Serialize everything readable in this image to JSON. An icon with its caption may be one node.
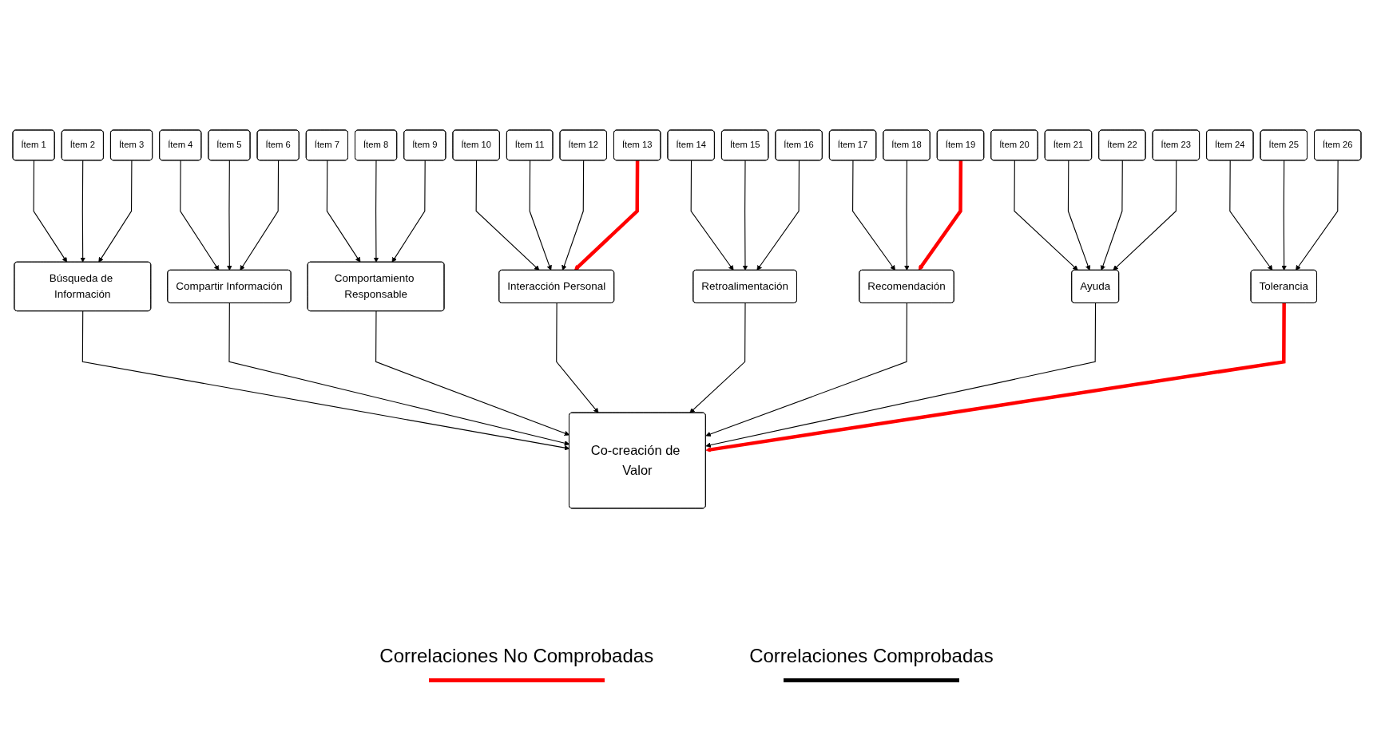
{
  "diagram": {
    "nodes": [
      {
        "text": [
          "Ítem 1"
        ]
      },
      {
        "text": [
          "Ítem 2"
        ]
      },
      {
        "text": [
          "Ítem 3"
        ]
      },
      {
        "text": [
          "Ítem 4"
        ]
      },
      {
        "text": [
          "Ítem 5"
        ]
      },
      {
        "text": [
          "Ítem 6"
        ]
      },
      {
        "text": [
          "Ítem 7"
        ]
      },
      {
        "text": [
          "Ítem 8"
        ]
      },
      {
        "text": [
          "Ítem 9"
        ]
      },
      {
        "text": [
          "Ítem 10"
        ]
      },
      {
        "text": [
          "Ítem 11"
        ]
      },
      {
        "text": [
          "Ítem 12"
        ]
      },
      {
        "text": [
          "Ítem 13"
        ]
      },
      {
        "text": [
          "Búsqueda de Información"
        ]
      },
      {
        "text": [
          "Compartir Información"
        ]
      },
      {
        "text": [
          "Comportamiento Responsable"
        ]
      },
      {
        "text": [
          "Interacción Personal"
        ]
      },
      {
        "text": [
          "Co-creación de Valor"
        ]
      },
      {
        "text": [
          "Retroalimentación"
        ]
      },
      {
        "text": [
          "Recomendación"
        ]
      },
      {
        "text": [
          "Ayuda"
        ]
      },
      {
        "text": [
          "Tolerancia"
        ]
      },
      {
        "text": [
          "Ítem 14"
        ]
      },
      {
        "text": [
          "Ítem 15"
        ]
      },
      {
        "text": [
          "Ítem 16"
        ]
      },
      {
        "text": [
          "Ítem 17"
        ]
      },
      {
        "text": [
          "Ítem 18"
        ]
      },
      {
        "text": [
          "Ítem 19"
        ]
      },
      {
        "text": [
          "Ítem 20"
        ]
      },
      {
        "text": [
          "Ítem 21"
        ]
      },
      {
        "text": [
          "Ítem 22"
        ]
      },
      {
        "text": [
          "Ítem 23"
        ]
      },
      {
        "text": [
          "Ítem 24"
        ]
      },
      {
        "text": [
          "Ítem 25"
        ]
      },
      {
        "text": [
          "Ítem 26"
        ]
      }
    ],
    "edges": [
      {
        "from": 0,
        "to": 13,
        "arrow": "to"
      },
      {
        "from": 1,
        "to": 13,
        "arrow": "to"
      },
      {
        "from": 2,
        "to": 13,
        "arrow": "to"
      },
      {
        "from": 3,
        "to": 14,
        "arrow": "to"
      },
      {
        "from": 4,
        "to": 14,
        "arrow": "to"
      },
      {
        "from": 5,
        "to": 14,
        "arrow": "to"
      },
      {
        "from": 6,
        "to": 15,
        "arrow": "to"
      },
      {
        "from": 7,
        "to": 15,
        "arrow": "to"
      },
      {
        "from": 8,
        "to": 15,
        "arrow": "to"
      },
      {
        "from": 9,
        "to": 16,
        "arrow": "to"
      },
      {
        "from": 10,
        "to": 16,
        "arrow": "to"
      },
      {
        "from": 11,
        "to": 16,
        "arrow": "to"
      },
      {
        "from": 12,
        "to": 16,
        "arrow": "to",
        "style": "thick",
        "color": "#ff0000"
      },
      {
        "from": 13,
        "to": 17,
        "arrow": "to"
      },
      {
        "from": 14,
        "to": 17,
        "arrow": "to"
      },
      {
        "from": 15,
        "to": 17,
        "arrow": "to"
      },
      {
        "from": 16,
        "to": 17,
        "arrow": "to"
      },
      {
        "from": 18,
        "to": 17,
        "arrow": "to"
      },
      {
        "from": 19,
        "to": 17,
        "arrow": "to"
      },
      {
        "from": 20,
        "to": 17,
        "arrow": "to"
      },
      {
        "from": 21,
        "to": 17,
        "arrow": "to",
        "style": "thick",
        "color": "#ff0000"
      },
      {
        "from": 22,
        "to": 18,
        "arrow": "to"
      },
      {
        "from": 23,
        "to": 18,
        "arrow": "to"
      },
      {
        "from": 24,
        "to": 18,
        "arrow": "to"
      },
      {
        "from": 25,
        "to": 19,
        "arrow": "to"
      },
      {
        "from": 26,
        "to": 19,
        "arrow": "to"
      },
      {
        "from": 27,
        "to": 19,
        "arrow": "to",
        "style": "thick",
        "color": "#ff0000"
      },
      {
        "from": 28,
        "to": 20,
        "arrow": "to"
      },
      {
        "from": 29,
        "to": 20,
        "arrow": "to"
      },
      {
        "from": 30,
        "to": 20,
        "arrow": "to"
      },
      {
        "from": 31,
        "to": 20,
        "arrow": "to"
      },
      {
        "from": 32,
        "to": 21,
        "arrow": "to"
      },
      {
        "from": 33,
        "to": 21,
        "arrow": "to"
      },
      {
        "from": 34,
        "to": 21,
        "arrow": "to"
      }
    ],
    "legend": [
      {
        "text": "Correlaciones No Comprobadas",
        "color": "#ff0000"
      },
      {
        "text": "Correlaciones Comprobadas",
        "color": "#000000"
      }
    ]
  }
}
